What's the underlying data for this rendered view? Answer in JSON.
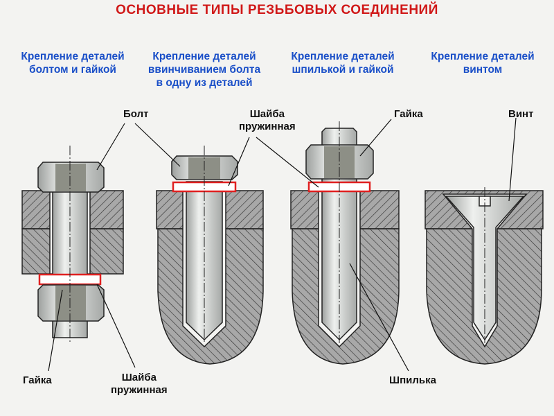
{
  "title": "ОСНОВНЫЕ ТИПЫ РЕЗЬБОВЫХ СОЕДИНЕНИЙ",
  "captions": [
    {
      "line1": "Крепление деталей",
      "line2": "болтом  и  гайкой",
      "line3": ""
    },
    {
      "line1": "Крепление  деталей",
      "line2": "ввинчиванием  болта",
      "line3": "в одну из деталей"
    },
    {
      "line1": "Крепление деталей",
      "line2": "шпилькой и гайкой",
      "line3": ""
    },
    {
      "line1": "Крепление деталей",
      "line2": "винтом",
      "line3": ""
    }
  ],
  "labels": {
    "bolt": "Болт",
    "spring_washer_top_1": "Шайба",
    "spring_washer_top_2": "пружинная",
    "nut_top": "Гайка",
    "screw": "Винт",
    "nut_bottom": "Гайка",
    "spring_washer_bottom_1": "Шайба",
    "spring_washer_bottom_2": "пружинная",
    "stud": "Шпилька"
  },
  "colors": {
    "title": "#d01818",
    "caption": "#1a4fc8",
    "washer": "#e02020",
    "metal": "#c8cac8",
    "hatch_fill": "#9a9a9a"
  }
}
